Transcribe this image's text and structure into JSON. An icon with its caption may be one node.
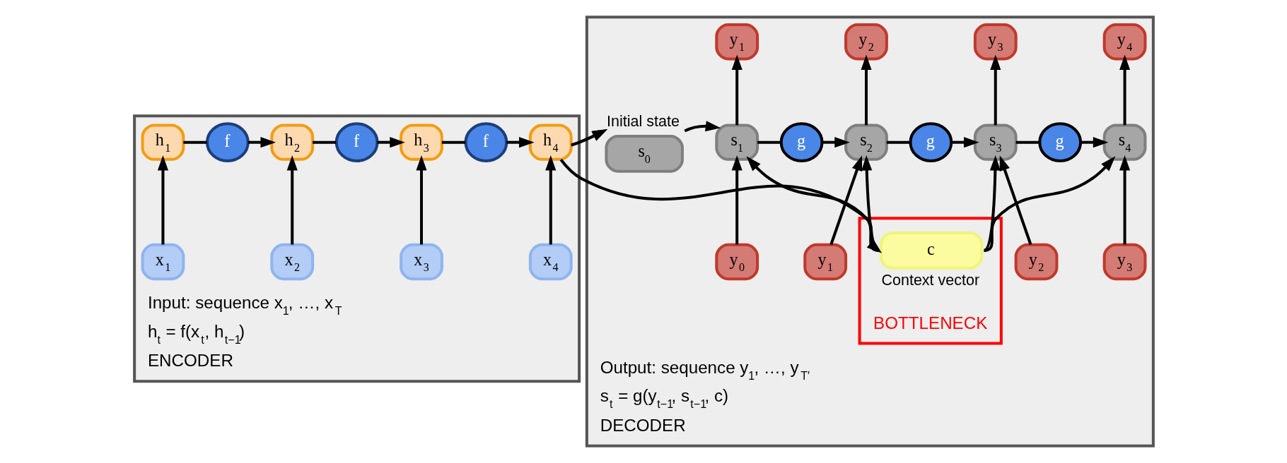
{
  "diagram": {
    "nodes": [
      {
        "text": [
          "Input: sequence x$_{1}$, …, x$_{T}$",
          "h$_{t}$ = f(x$_{t}$, h$_{t−1}$)",
          "ENCODER"
        ]
      },
      {
        "text": [
          "h$_{1}$"
        ],
        "in": 0
      },
      {
        "text": [
          "h$_{2}$"
        ],
        "in": 0
      },
      {
        "text": [
          "h$_{3}$"
        ],
        "in": 0
      },
      {
        "text": [
          "h$_{4}$"
        ],
        "in": 0
      },
      {
        "text": [
          "f"
        ],
        "in": 0
      },
      {
        "text": [
          "f"
        ],
        "in": 0
      },
      {
        "text": [
          "f"
        ],
        "in": 0
      },
      {
        "text": [
          "x$_{1}$"
        ],
        "in": 0
      },
      {
        "text": [
          "x$_{2}$"
        ],
        "in": 0
      },
      {
        "text": [
          "x$_{3}$"
        ],
        "in": 0
      },
      {
        "text": [
          "x$_{4}$"
        ],
        "in": 0
      },
      {
        "text": [
          "Output: sequence y$_{1}$, …, y$_{T′}$",
          "s$_{t}$ = g(y$_{t−1}$, s$_{t−1}$, c)",
          "DECODER"
        ]
      },
      {
        "text": [
          "s$_{0}$"
        ],
        "in": 12,
        "beside": [
          "Initial state"
        ]
      },
      {
        "text": [
          "BOTTLENECK"
        ],
        "in": 12
      },
      {
        "text": [
          "c"
        ],
        "in": 14,
        "beside": [
          "Context vector"
        ]
      },
      {
        "text": [
          "s$_{1}$"
        ],
        "in": 12
      },
      {
        "text": [
          "s$_{2}$"
        ],
        "in": 12
      },
      {
        "text": [
          "s$_{3}$"
        ],
        "in": 12
      },
      {
        "text": [
          "s$_{4}$"
        ],
        "in": 12
      },
      {
        "text": [
          "g"
        ],
        "in": 12
      },
      {
        "text": [
          "g"
        ],
        "in": 12
      },
      {
        "text": [
          "g"
        ],
        "in": 12
      },
      {
        "text": [
          "y$_{1}$"
        ],
        "in": 12
      },
      {
        "text": [
          "y$_{2}$"
        ],
        "in": 12
      },
      {
        "text": [
          "y$_{3}$"
        ],
        "in": 12
      },
      {
        "text": [
          "y$_{4}$"
        ],
        "in": 12
      },
      {
        "text": [
          "y$_{0}$"
        ],
        "in": 12
      },
      {
        "text": [
          "y$_{1}$"
        ],
        "in": 12
      },
      {
        "text": [
          "y$_{2}$"
        ],
        "in": 12
      },
      {
        "text": [
          "y$_{3}$"
        ],
        "in": 12
      }
    ],
    "edges": [
      {
        "from": 8,
        "to": 1,
        "arrow": "to"
      },
      {
        "from": 9,
        "to": 2,
        "arrow": "to"
      },
      {
        "from": 10,
        "to": 3,
        "arrow": "to"
      },
      {
        "from": 11,
        "to": 4,
        "arrow": "to"
      },
      {
        "from": 1,
        "to": 5,
        "arrow": "none"
      },
      {
        "from": 5,
        "to": 2,
        "arrow": "to"
      },
      {
        "from": 2,
        "to": 6,
        "arrow": "none"
      },
      {
        "from": 6,
        "to": 3,
        "arrow": "to"
      },
      {
        "from": 3,
        "to": 7,
        "arrow": "none"
      },
      {
        "from": 7,
        "to": 4,
        "arrow": "to"
      },
      {
        "from": 4,
        "to": 13,
        "arrow": "to"
      },
      {
        "from": 4,
        "to": 15,
        "arrow": "to"
      },
      {
        "from": 13,
        "to": 16,
        "arrow": "to"
      },
      {
        "from": 15,
        "to": 16,
        "arrow": "to"
      },
      {
        "from": 15,
        "to": 17,
        "arrow": "to"
      },
      {
        "from": 15,
        "to": 18,
        "arrow": "to"
      },
      {
        "from": 15,
        "to": 19,
        "arrow": "to"
      },
      {
        "from": 16,
        "to": 20,
        "arrow": "none"
      },
      {
        "from": 20,
        "to": 17,
        "arrow": "to"
      },
      {
        "from": 17,
        "to": 21,
        "arrow": "none"
      },
      {
        "from": 21,
        "to": 18,
        "arrow": "to"
      },
      {
        "from": 18,
        "to": 22,
        "arrow": "none"
      },
      {
        "from": 22,
        "to": 19,
        "arrow": "to"
      },
      {
        "from": 16,
        "to": 23,
        "arrow": "to"
      },
      {
        "from": 17,
        "to": 24,
        "arrow": "to"
      },
      {
        "from": 18,
        "to": 25,
        "arrow": "to"
      },
      {
        "from": 19,
        "to": 26,
        "arrow": "to"
      },
      {
        "from": 27,
        "to": 16,
        "arrow": "to"
      },
      {
        "from": 28,
        "to": 17,
        "arrow": "to"
      },
      {
        "from": 29,
        "to": 18,
        "arrow": "to"
      },
      {
        "from": 30,
        "to": 19,
        "arrow": "to"
      }
    ]
  }
}
